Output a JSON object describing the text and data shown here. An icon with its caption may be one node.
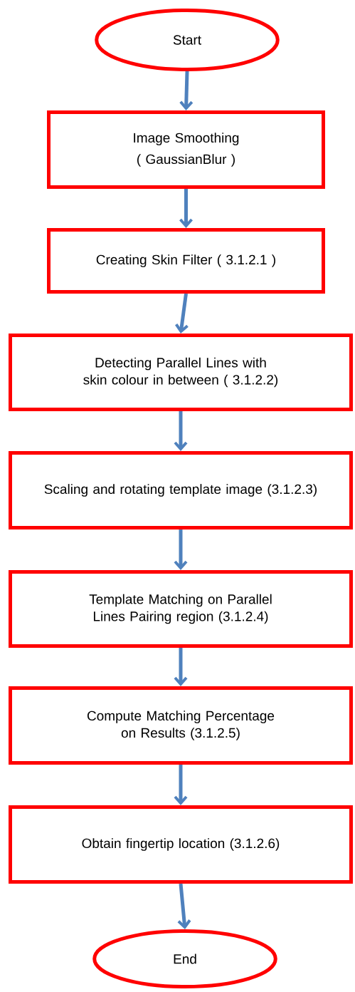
{
  "diagram": {
    "nodes": [
      {
        "text": [
          "Start"
        ]
      },
      {
        "text": [
          "Image Smoothing",
          "( GaussianBlur )"
        ]
      },
      {
        "text": [
          "Creating Skin Filter ( 3.1.2.1 )"
        ]
      },
      {
        "text": [
          "Detecting Parallel Lines with skin colour in between ( 3.1.2.2)"
        ]
      },
      {
        "text": [
          "Scaling and rotating template image (3.1.2.3)"
        ]
      },
      {
        "text": [
          "Template Matching on Parallel Lines Pairing region (3.1.2.4)"
        ]
      },
      {
        "text": [
          "Compute Matching Percentage on Results (3.1.2.5)"
        ]
      },
      {
        "text": [
          "Obtain fingertip location (3.1.2.6)"
        ]
      },
      {
        "text": [
          "End"
        ]
      }
    ],
    "edges": [
      {
        "from": 0,
        "to": 1,
        "arrow": "to"
      },
      {
        "from": 1,
        "to": 2,
        "arrow": "to"
      },
      {
        "from": 2,
        "to": 3,
        "arrow": "to"
      },
      {
        "from": 3,
        "to": 4,
        "arrow": "to"
      },
      {
        "from": 4,
        "to": 5,
        "arrow": "to"
      },
      {
        "from": 5,
        "to": 6,
        "arrow": "to"
      },
      {
        "from": 6,
        "to": 7,
        "arrow": "to"
      },
      {
        "from": 7,
        "to": 8,
        "arrow": "to"
      }
    ]
  }
}
